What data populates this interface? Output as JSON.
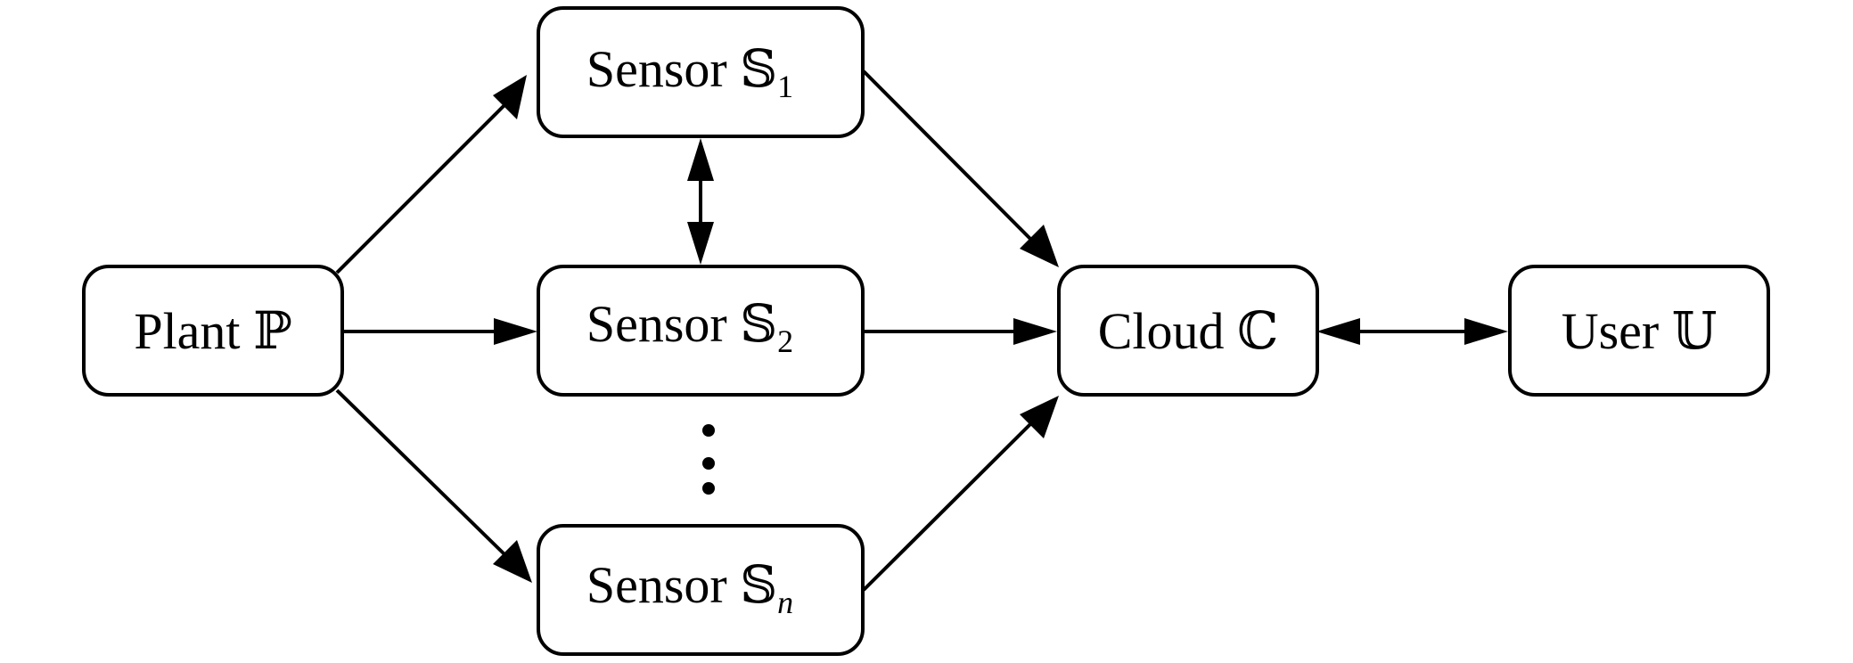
{
  "nodes": {
    "plant": {
      "name": "Plant",
      "symbol": "ℙ"
    },
    "sensor_1": {
      "name": "Sensor",
      "symbol": "𝕊",
      "subscript": "1"
    },
    "sensor_2": {
      "name": "Sensor",
      "symbol": "𝕊",
      "subscript": "2"
    },
    "sensor_n": {
      "name": "Sensor",
      "symbol": "𝕊",
      "subscript": "n"
    },
    "cloud": {
      "name": "Cloud",
      "symbol": "ℂ"
    },
    "user": {
      "name": "User",
      "symbol": "𝕌"
    }
  },
  "edges": [
    {
      "from": "plant",
      "to": "sensor_1",
      "direction": "forward"
    },
    {
      "from": "plant",
      "to": "sensor_2",
      "direction": "forward"
    },
    {
      "from": "plant",
      "to": "sensor_n",
      "direction": "forward"
    },
    {
      "from": "sensor_1",
      "to": "sensor_2",
      "direction": "both"
    },
    {
      "from": "sensor_1",
      "to": "cloud",
      "direction": "forward"
    },
    {
      "from": "sensor_2",
      "to": "cloud",
      "direction": "forward"
    },
    {
      "from": "sensor_n",
      "to": "cloud",
      "direction": "forward"
    },
    {
      "from": "cloud",
      "to": "user",
      "direction": "both"
    }
  ],
  "ellipsis": "vertical-dots"
}
